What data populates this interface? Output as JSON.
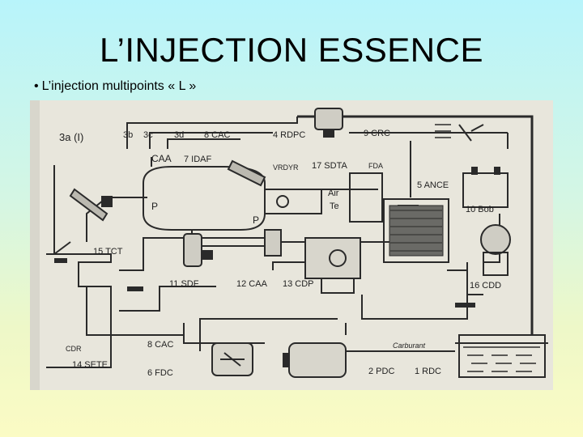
{
  "slide": {
    "title": "L’INJECTION ESSENCE",
    "bullet_marker": "•",
    "bullet_text": "L’injection multipoints « L »"
  },
  "diagram": {
    "labels": {
      "inj_item": "3a (I)",
      "item_3b": "3b",
      "item_3c": "3c",
      "item_3d": "3d",
      "item_8_top": "8 CAC",
      "item_4": "4 RDPC",
      "item_9": "9 CRC",
      "caa": "CAA",
      "item_7": "7 IDAF",
      "vrdyr": "VRDYR",
      "item_17": "17 SDTA",
      "fda": "FDA",
      "item_5": "5 ANCE",
      "air": "Air",
      "te": "Te",
      "item_10": "10 Bob",
      "p_plenum": "P",
      "p_lower": "P",
      "item_15": "15 TCT",
      "item_11": "11 SDF",
      "item_12": "12 CAA",
      "item_13": "13 CDP",
      "item_16": "16 CDD",
      "cdr": "CDR",
      "item_14": "14 SETE",
      "item_8_bottom": "8 CAC",
      "item_6": "6 FDC",
      "item_2": "2 PDC",
      "item_1": "1 RDC",
      "carburant": "Carburant"
    }
  }
}
